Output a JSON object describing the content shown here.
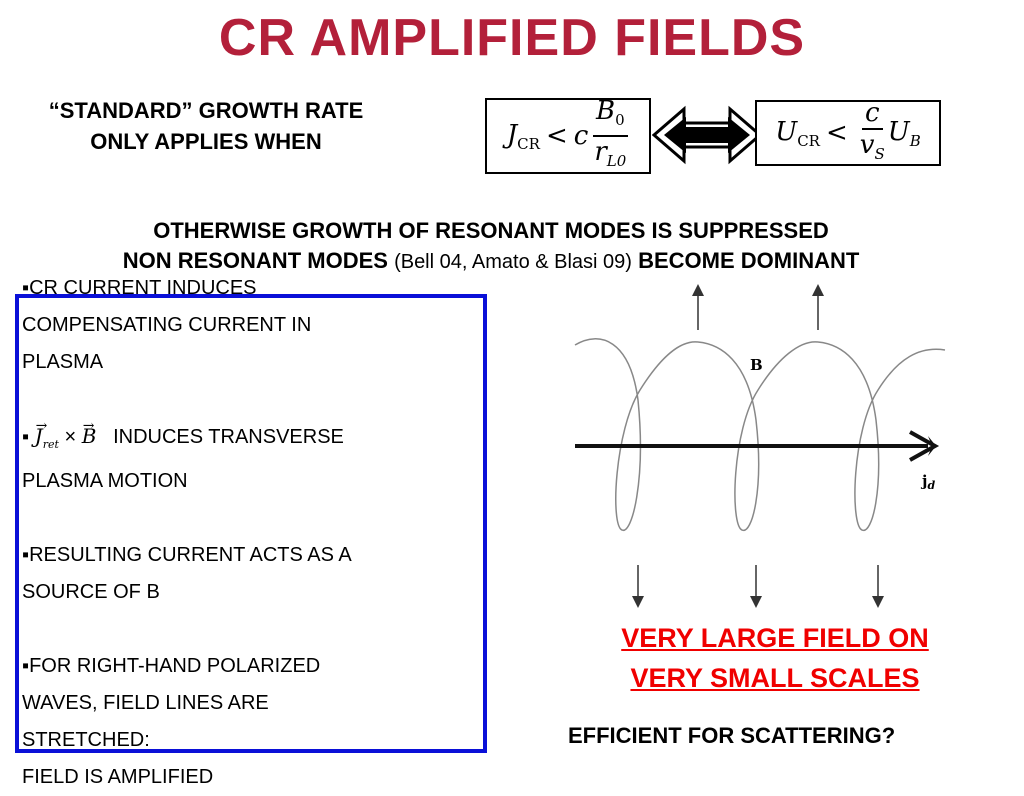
{
  "title": "CR AMPLIFIED FIELDS",
  "standard": {
    "line1": "“STANDARD” GROWTH RATE",
    "line2": "ONLY APPLIES WHEN"
  },
  "equations": {
    "left": {
      "lhs": "J",
      "lhs_sub": "CR",
      "relation": "<",
      "coef": "c",
      "num": "B",
      "num_sub": "0",
      "den": "r",
      "den_sub": "L0"
    },
    "right": {
      "lhs": "U",
      "lhs_sub": "CR",
      "relation": "<",
      "num": "c",
      "den": "v",
      "den_sub": "S",
      "rhs": "U",
      "rhs_sub": "B"
    }
  },
  "otherwise": {
    "line1": "OTHERWISE GROWTH OF RESONANT MODES IS SUPPRESSED",
    "line2_bold": "NON RESONANT MODES",
    "line2_ref": "(Bell 04, Amato & Blasi 09)",
    "line2_end": "BECOME DOMINANT"
  },
  "bullets": {
    "b1_l1": "▪CR CURRENT INDUCES",
    "b1_l2": "COMPENSATING CURRENT IN",
    "b1_l3": "PLASMA",
    "b2_marker": "▪",
    "b2_j": "J",
    "b2_sub": "ret",
    "b2_times": "×",
    "b2_b": "B",
    "b2_l1": "INDUCES TRANSVERSE",
    "b2_l2": "PLASMA MOTION",
    "b3_l1": "▪RESULTING CURRENT ACTS AS A",
    "b3_l2": "SOURCE OF B",
    "b4_l1": "▪FOR RIGHT-HAND POLARIZED",
    "b4_l2": "WAVES, FIELD LINES ARE",
    "b4_l3": "STRETCHED:",
    "b4_l4": "FIELD IS AMPLIFIED"
  },
  "diagram": {
    "b_label": "B",
    "jd_label": "j",
    "jd_sub": "d"
  },
  "red": {
    "line1": "VERY LARGE FIELD ON ",
    "line2": "VERY SMALL SCALES"
  },
  "efficient": "EFFICIENT FOR SCATTERING?",
  "colors": {
    "title": "#b3203a",
    "box_border": "#0a10d8",
    "highlight": "#f00000"
  }
}
